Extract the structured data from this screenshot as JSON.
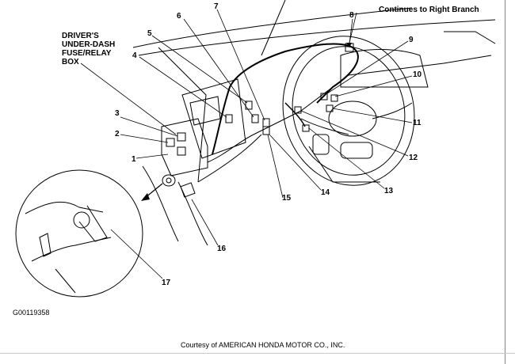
{
  "title_box": [
    "DRIVER'S",
    "UNDER-DASH",
    "FUSE/RELAY",
    "BOX"
  ],
  "continues_label": "Continues to Right Branch",
  "callouts": [
    "1",
    "2",
    "3",
    "4",
    "5",
    "6",
    "7",
    "8",
    "9",
    "10",
    "11",
    "12",
    "13",
    "14",
    "15",
    "16",
    "17"
  ],
  "figure_id": "G00119358",
  "courtesy": "Courtesy of AMERICAN HONDA MOTOR CO., INC."
}
